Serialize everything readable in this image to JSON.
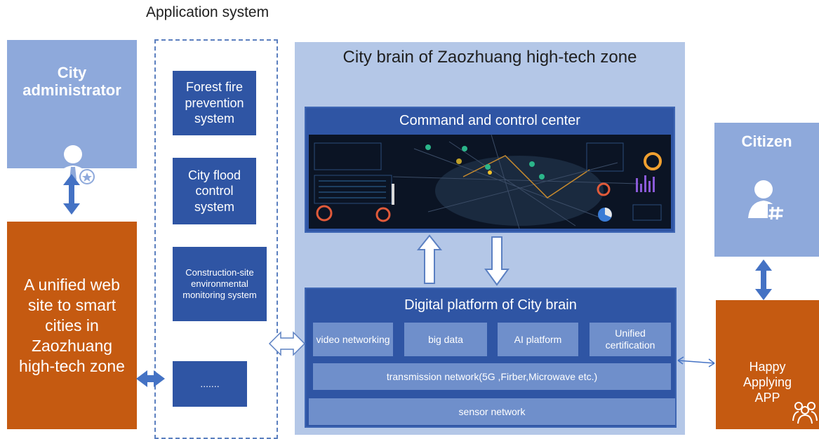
{
  "application_system_label": "Application system",
  "city_admin": {
    "title": "City administrator",
    "icon": "admin-person-icon"
  },
  "unified_web": {
    "text": "A unified web site to smart cities in Zaozhuang high-tech zone"
  },
  "apps": [
    {
      "label": "Forest fire prevention system"
    },
    {
      "label": "City flood control system"
    },
    {
      "label": "Construction-site environmental monitoring system"
    },
    {
      "label": "......."
    }
  ],
  "city_brain": {
    "title": "City brain of Zaozhuang high-tech zone",
    "command_center": "Command and control center",
    "digital_platform": {
      "title": "Digital platform of City brain",
      "modules": [
        "video networking",
        "big data",
        "AI platform",
        "Unified certification"
      ],
      "transmission": "transmission network(5G ,Firber,Microwave etc.)",
      "sensor": "sensor network"
    }
  },
  "citizen": {
    "title": "Citizen",
    "icon": "citizen-person-icon"
  },
  "happy_app": {
    "text": "Happy Applying APP",
    "icon": "group-people-icon"
  },
  "colors": {
    "light_blue": "#8ea9db",
    "dark_blue": "#2f55a4",
    "orange": "#c55a11",
    "brain_bg": "#b4c7e7"
  }
}
